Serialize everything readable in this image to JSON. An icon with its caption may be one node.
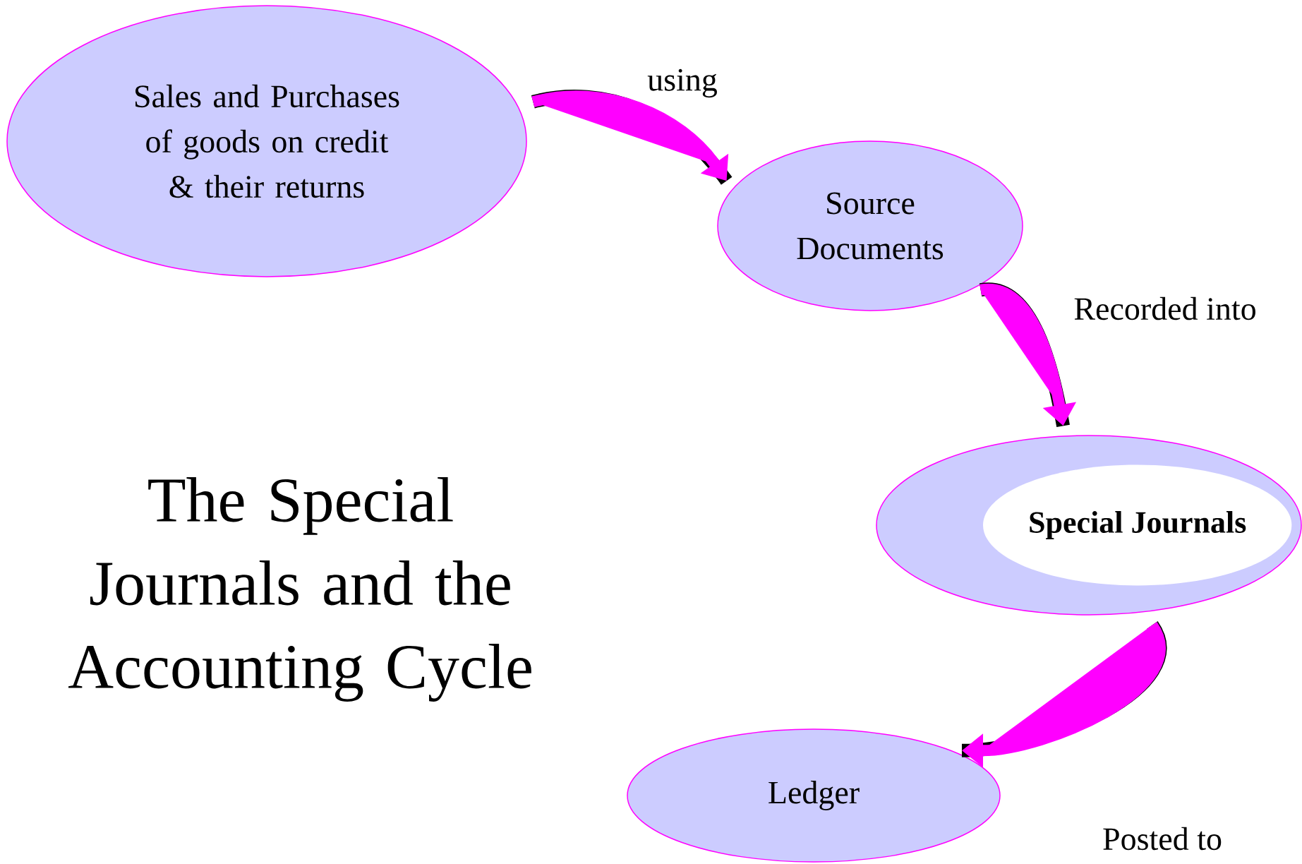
{
  "diagram": {
    "title": "The Special Journals and the Accounting Cycle",
    "nodes": [
      {
        "text": [
          "Sales and Purchases of goods on credit & their returns"
        ]
      },
      {
        "text": [
          "Source Documents"
        ]
      },
      {
        "text": [
          "Special Journals"
        ]
      },
      {
        "text": [
          "Ledger"
        ]
      }
    ],
    "edges": [
      {
        "from": 0,
        "to": 1,
        "arrow": "to",
        "label": "using"
      },
      {
        "from": 1,
        "to": 2,
        "arrow": "to",
        "label": "Recorded into"
      },
      {
        "from": 2,
        "to": 3,
        "arrow": "to",
        "label": "Posted to"
      }
    ]
  }
}
